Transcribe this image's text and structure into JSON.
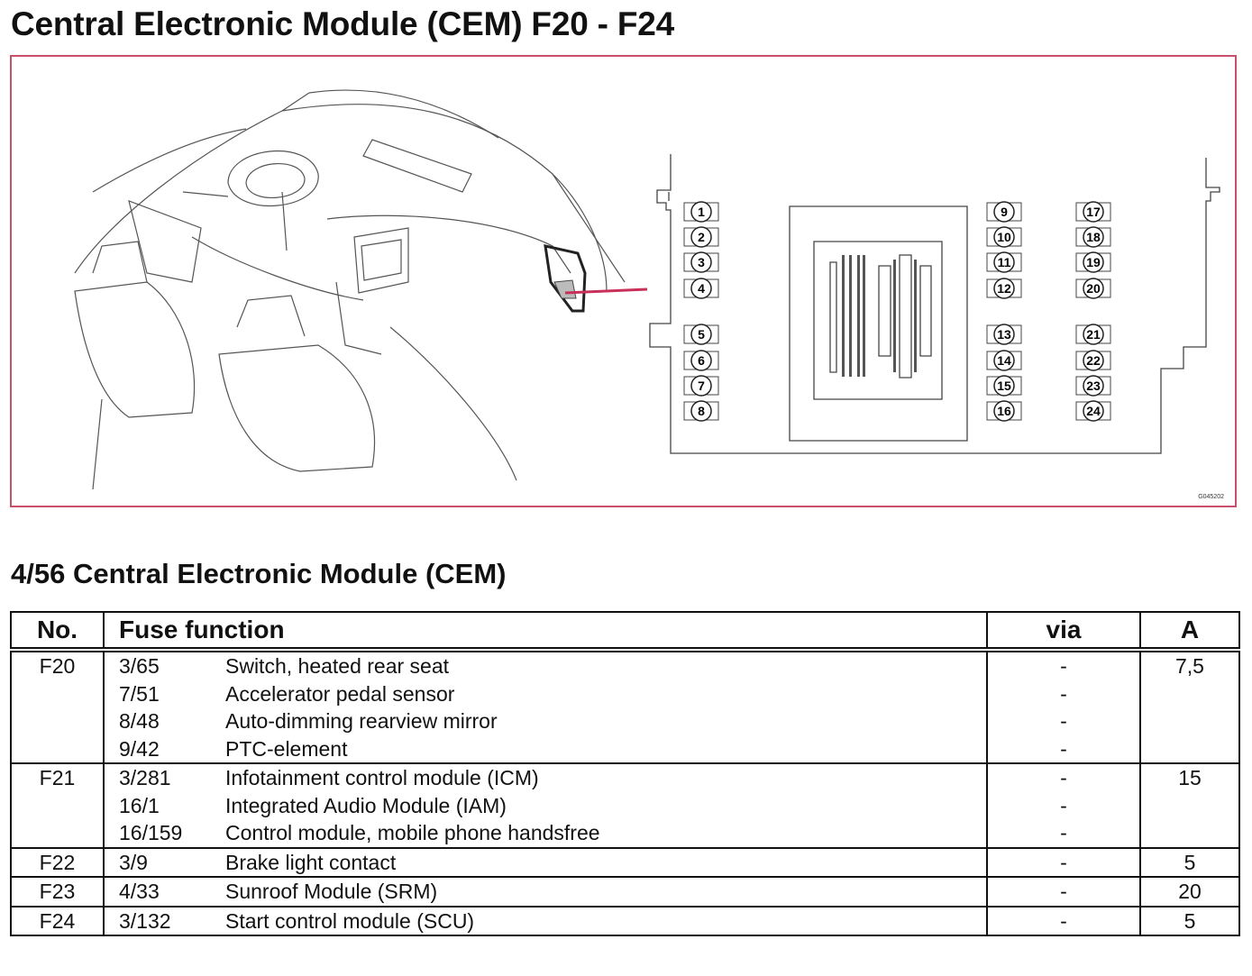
{
  "page_title": "Central Electronic Module (CEM) F20 - F24",
  "figure_code": "G045202",
  "section_title": "4/56 Central Electronic Module (CEM)",
  "fuse_numbers_left": [
    "1",
    "2",
    "3",
    "4",
    "5",
    "6",
    "7",
    "8"
  ],
  "fuse_numbers_mid": [
    "9",
    "10",
    "11",
    "12",
    "13",
    "14",
    "15",
    "16"
  ],
  "fuse_numbers_right": [
    "17",
    "18",
    "19",
    "20",
    "21",
    "22",
    "23",
    "24"
  ],
  "table": {
    "headers": {
      "no": "No.",
      "function": "Fuse function",
      "via": "via",
      "amp": "A"
    },
    "groups": [
      {
        "no": "F20",
        "amp": "7,5",
        "items": [
          {
            "code": "3/65",
            "desc": "Switch, heated rear seat",
            "via": "-"
          },
          {
            "code": "7/51",
            "desc": "Accelerator pedal sensor",
            "via": "-"
          },
          {
            "code": "8/48",
            "desc": "Auto-dimming rearview mirror",
            "via": "-"
          },
          {
            "code": "9/42",
            "desc": "PTC-element",
            "via": "-"
          }
        ]
      },
      {
        "no": "F21",
        "amp": "15",
        "items": [
          {
            "code": "3/281",
            "desc": "Infotainment control module (ICM)",
            "via": "-"
          },
          {
            "code": "16/1",
            "desc": "Integrated Audio Module (IAM)",
            "via": "-"
          },
          {
            "code": "16/159",
            "desc": "Control module, mobile phone handsfree",
            "via": "-"
          }
        ]
      },
      {
        "no": "F22",
        "amp": "5",
        "items": [
          {
            "code": "3/9",
            "desc": "Brake light contact",
            "via": "-"
          }
        ]
      },
      {
        "no": "F23",
        "amp": "20",
        "items": [
          {
            "code": "4/33",
            "desc": "Sunroof Module (SRM)",
            "via": "-"
          }
        ]
      },
      {
        "no": "F24",
        "amp": "5",
        "items": [
          {
            "code": "3/132",
            "desc": "Start control module (SCU)",
            "via": "-"
          }
        ]
      }
    ]
  },
  "colors": {
    "frame": "#c8506a",
    "pointer": "#c8305a",
    "line": "#444444"
  }
}
